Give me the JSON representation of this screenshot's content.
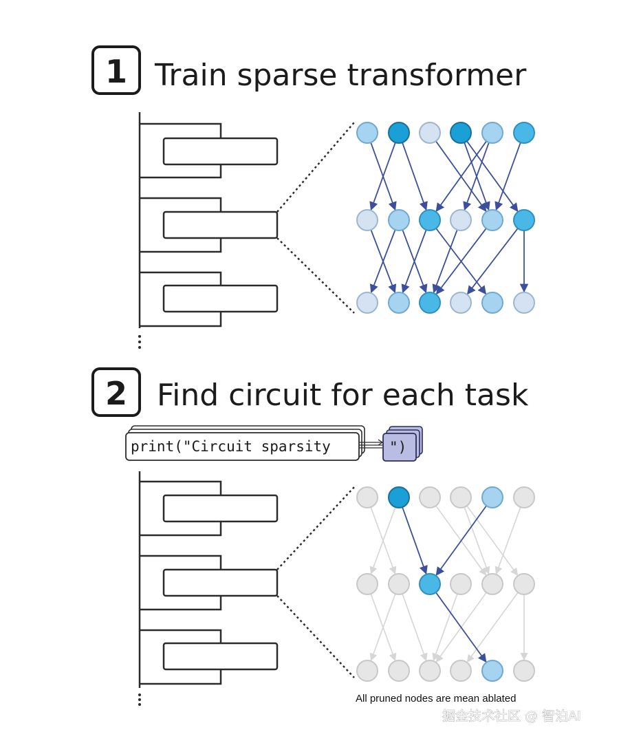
{
  "steps": [
    {
      "number": "1",
      "title": "Train sparse transformer"
    },
    {
      "number": "2",
      "title": "Find circuit for each task"
    }
  ],
  "code": {
    "main": "print(\"Circuit sparsity",
    "tail": "\")"
  },
  "note": "All pruned nodes are mean ablated",
  "watermark": "掘金技术社区 @ 智泊AI",
  "colors": {
    "edge_active": "#3b4f9c",
    "edge_pruned": "#d6d6d6",
    "node_pruned_fill": "#e6e6e6",
    "node_pruned_stroke": "#c8c8c8",
    "node_fills": [
      "#d4e2f2",
      "#a6d3f0",
      "#4ab8e6",
      "#1a9fd6"
    ],
    "node_strokes": [
      "#9db6cf",
      "#6fa9cf",
      "#2f8fbf",
      "#1b6f98"
    ],
    "code_tail_fill": "#b9bde3",
    "code_tail_stroke": "#2c2c5a"
  },
  "networks": [
    {
      "name": "train",
      "layers": [
        [
          1,
          3,
          0,
          3,
          1,
          2
        ],
        [
          0,
          1,
          2,
          0,
          1,
          2
        ],
        [
          0,
          1,
          2,
          0,
          1,
          0
        ]
      ],
      "pruned": [],
      "edges": [
        [
          0,
          0,
          1,
          1
        ],
        [
          0,
          1,
          1,
          2
        ],
        [
          0,
          1,
          1,
          0
        ],
        [
          0,
          3,
          1,
          4
        ],
        [
          0,
          3,
          1,
          5
        ],
        [
          0,
          4,
          1,
          3
        ],
        [
          0,
          4,
          1,
          2
        ],
        [
          0,
          5,
          1,
          4
        ],
        [
          0,
          2,
          1,
          4
        ],
        [
          1,
          0,
          2,
          1
        ],
        [
          1,
          1,
          2,
          0
        ],
        [
          1,
          1,
          2,
          2
        ],
        [
          1,
          2,
          2,
          4
        ],
        [
          1,
          3,
          2,
          2
        ],
        [
          1,
          4,
          2,
          2
        ],
        [
          1,
          5,
          2,
          3
        ],
        [
          1,
          5,
          2,
          5
        ],
        [
          1,
          2,
          2,
          1
        ]
      ],
      "active_edges": []
    },
    {
      "name": "circuit",
      "layers": [
        [
          0,
          3,
          0,
          0,
          1,
          0
        ],
        [
          0,
          0,
          2,
          0,
          0,
          0
        ],
        [
          0,
          0,
          0,
          0,
          1,
          0
        ]
      ],
      "pruned": [
        [
          0,
          0
        ],
        [
          0,
          2
        ],
        [
          0,
          3
        ],
        [
          0,
          5
        ],
        [
          1,
          0
        ],
        [
          1,
          1
        ],
        [
          1,
          3
        ],
        [
          1,
          4
        ],
        [
          1,
          5
        ],
        [
          2,
          0
        ],
        [
          2,
          1
        ],
        [
          2,
          2
        ],
        [
          2,
          3
        ],
        [
          2,
          5
        ]
      ],
      "edges": [
        [
          0,
          0,
          1,
          1
        ],
        [
          0,
          1,
          1,
          0
        ],
        [
          0,
          3,
          1,
          4
        ],
        [
          0,
          3,
          1,
          5
        ],
        [
          0,
          5,
          1,
          4
        ],
        [
          0,
          2,
          1,
          4
        ],
        [
          1,
          0,
          2,
          1
        ],
        [
          1,
          1,
          2,
          0
        ],
        [
          1,
          1,
          2,
          2
        ],
        [
          1,
          3,
          2,
          2
        ],
        [
          1,
          4,
          2,
          2
        ],
        [
          1,
          5,
          2,
          3
        ],
        [
          1,
          5,
          2,
          5
        ]
      ],
      "active_edges": [
        [
          0,
          1,
          1,
          2
        ],
        [
          0,
          4,
          1,
          2
        ],
        [
          1,
          2,
          2,
          4
        ]
      ]
    }
  ]
}
